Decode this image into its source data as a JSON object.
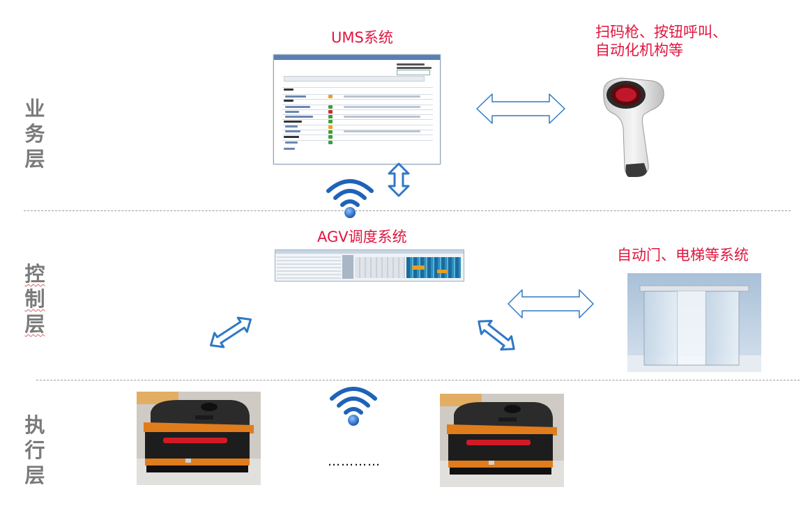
{
  "layers": [
    {
      "name": "业务层",
      "chars": [
        "业",
        "务",
        "层"
      ]
    },
    {
      "name": "控制层",
      "chars": [
        "控",
        "制",
        "层"
      ]
    },
    {
      "name": "执行层",
      "chars": [
        "执",
        "行",
        "层"
      ]
    }
  ],
  "titles": {
    "ums": "UMS系统",
    "scanner_line1": "扫码枪、按钮呼叫、",
    "scanner_line2": "自动化机构等",
    "agv": "AGV调度系统",
    "door": "自动门、电梯等系统"
  },
  "ellipsis": "…………",
  "colors": {
    "title_red": "#e0163f",
    "layer_gray": "#7a7a7a",
    "arrow_blue": "#2f78c4",
    "wifi_blue": "#1f63b8"
  },
  "icons": [
    "wifi-icon",
    "double-arrow-icon",
    "barcode-scanner-image",
    "automatic-door-image",
    "agv-robot-image"
  ]
}
